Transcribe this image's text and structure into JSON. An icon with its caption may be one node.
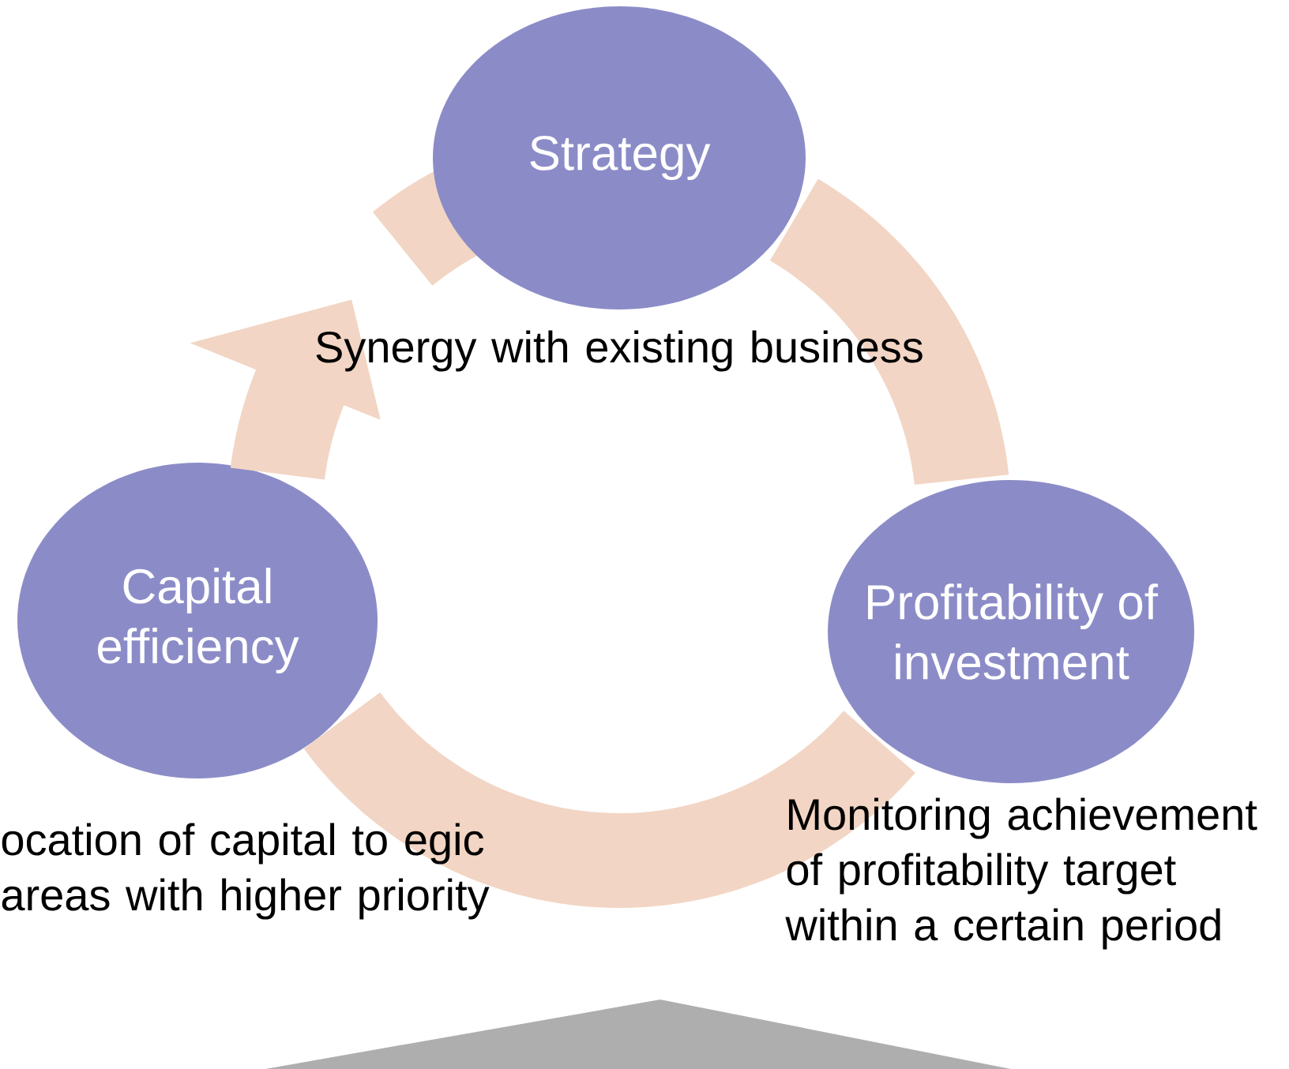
{
  "diagram": {
    "nodes": [
      {
        "text": [
          "Strategy"
        ],
        "beside": [
          "Synergy with existing business"
        ]
      },
      {
        "text": [
          "Profitability of investment"
        ],
        "beside": [
          "Monitoring achievement of profitability target within a certain period"
        ]
      },
      {
        "text": [
          "Capital efficiency"
        ],
        "beside": [
          "ocation of capital to egic areas with higher priority"
        ]
      }
    ],
    "edges": [
      {
        "from": 0,
        "to": 1,
        "arrow": "none"
      },
      {
        "from": 1,
        "to": 2,
        "arrow": "none"
      },
      {
        "from": 2,
        "to": 0,
        "arrow": "to"
      }
    ]
  }
}
